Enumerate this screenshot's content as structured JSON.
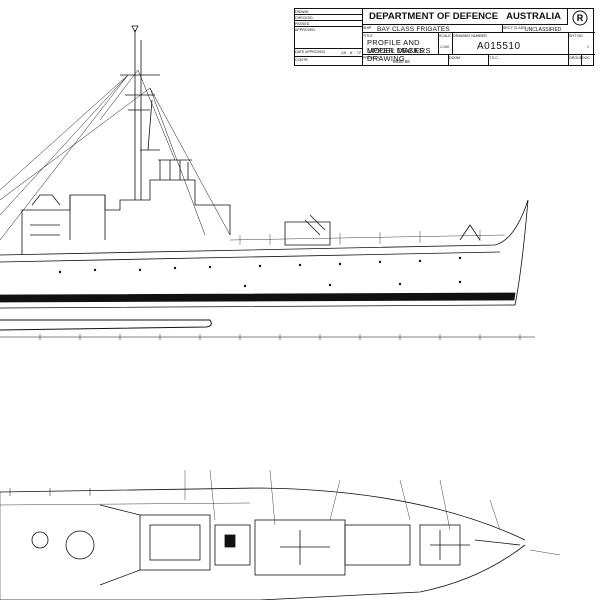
{
  "title_block": {
    "dept": "DEPARTMENT OF DEFENCE",
    "country": "AUSTRALIA",
    "logo_letter": "R",
    "drawn_label": "DRAWN",
    "checked_label": "CHECKED",
    "passed_label": "PASSED",
    "approved_label": "APPROVED",
    "date_approved_label": "DATE APPROVED",
    "date_approved_value": "28 · 6 · 71",
    "contr_label": "CONTR",
    "ship_label": "SHIP",
    "ship_value": "BAY CLASS FRIGATES",
    "title_label": "TITLE",
    "title_line1": "PROFILE AND UPPER DECKS",
    "title_line2": "MODEL MAKERS DRAWING",
    "scale_label": "SCALE",
    "scale_value": "1:100",
    "drawing_number_label": "DRAWING NUMBER",
    "drawing_number": "A015510",
    "security_label": "SECY CLASS",
    "security_value": "UNCLASSIFIED",
    "sheet_label": "SHT NO",
    "sheet_value": "1",
    "project_label": "PROJECT",
    "project_value": "MOD 66",
    "doom_label": "DOOM",
    "tsc_label": "T.S.C.",
    "group_label": "GROUP",
    "doc_label": "DOC"
  }
}
